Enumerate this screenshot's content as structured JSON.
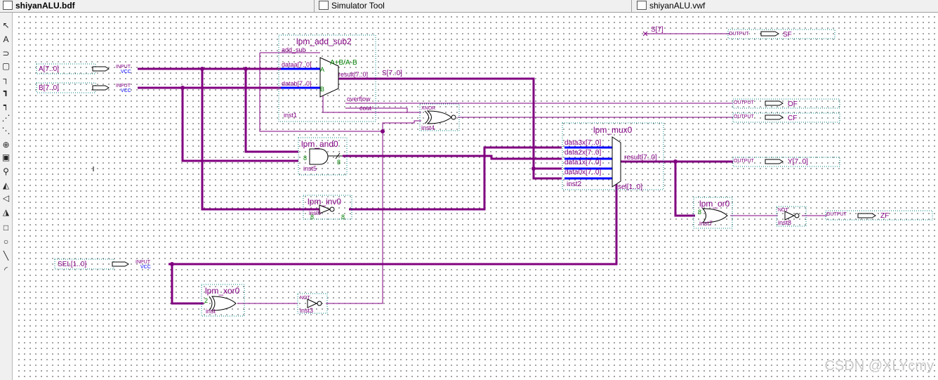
{
  "tabs": [
    {
      "label": "shiyanALU.bdf",
      "icon": "bdf-file-icon",
      "active": true
    },
    {
      "label": "Simulator Tool",
      "icon": "simulator-icon"
    },
    {
      "label": "shiyanALU.vwf",
      "icon": "waveform-icon"
    }
  ],
  "toolbar": [
    {
      "name": "selection-tool-icon",
      "glyph": "↖"
    },
    {
      "name": "text-tool-icon",
      "glyph": "A"
    },
    {
      "name": "symbol-tool-icon",
      "glyph": "⊃"
    },
    {
      "name": "block-tool-icon",
      "glyph": "▢"
    },
    {
      "name": "orthogonal-node-tool-icon",
      "glyph": "┐"
    },
    {
      "name": "orthogonal-bus-tool-icon",
      "glyph": "┓"
    },
    {
      "name": "conduit-tool-icon",
      "glyph": "┑"
    },
    {
      "name": "rubberbanding-icon",
      "glyph": "⋰"
    },
    {
      "name": "partial-line-select-icon",
      "glyph": "⋱"
    },
    {
      "name": "zoom-tool-icon",
      "glyph": "⊕"
    },
    {
      "name": "full-screen-icon",
      "glyph": "▣"
    },
    {
      "name": "find-icon",
      "glyph": "⚲"
    },
    {
      "name": "flip-horizontal-icon",
      "glyph": "◭"
    },
    {
      "name": "flip-vertical-icon",
      "glyph": "◁"
    },
    {
      "name": "rotate-icon",
      "glyph": "◮"
    },
    {
      "name": "rectangle-tool-icon",
      "glyph": "□"
    },
    {
      "name": "oval-tool-icon",
      "glyph": "○"
    },
    {
      "name": "line-tool-icon",
      "glyph": "╲"
    },
    {
      "name": "arc-tool-icon",
      "glyph": "◜"
    }
  ],
  "inputs": [
    {
      "name": "A[7..0]",
      "type": "INPUT",
      "value": "VCC"
    },
    {
      "name": "B[7..0]",
      "type": "INPUT",
      "value": "VCC"
    },
    {
      "name": "SEL[1..0]",
      "type": "INPUT",
      "value": "VCC"
    }
  ],
  "outputs": [
    {
      "name": "SF",
      "type": "OUTPUT"
    },
    {
      "name": "OF",
      "type": "OUTPUT"
    },
    {
      "name": "CF",
      "type": "OUTPUT"
    },
    {
      "name": "Y[7..0]",
      "type": "OUTPUT"
    },
    {
      "name": "ZF",
      "type": "OUTPUT"
    }
  ],
  "add_sub": {
    "title": "lpm_add_sub2",
    "add_sub": "add_sub",
    "dataa": "dataa[7..0]",
    "datab": "datab[7..0]",
    "pin_a": "A",
    "pin_b": "B",
    "op": "A+B/A-B",
    "result": "result[7..0]",
    "overflow": "overflow",
    "cout": "cout",
    "inst": "inst1"
  },
  "mux": {
    "title": "lpm_mux0",
    "data3": "data3x[7..0]",
    "data2": "data2x[7..0]",
    "data1": "data1x[7..0]",
    "data0": "data0x[7..0]",
    "result": "result[7..0]",
    "sel": "sel[1..0]",
    "inst": "inst2"
  },
  "and_gate": {
    "title": "lpm_and0",
    "width": "8",
    "inst": "inst5"
  },
  "inv_gate": {
    "title": "lpm_inv0",
    "width": "8",
    "inst": "inst6"
  },
  "or_gate": {
    "title": "lpm_or0",
    "width": "8",
    "inst": "inst7"
  },
  "xor_gate": {
    "title": "lpm_xor0",
    "width": "2",
    "inst": "inst"
  },
  "xnor_gate": {
    "title": "XNOR",
    "inst": "inst4"
  },
  "not1": {
    "title": "NOT",
    "inst": "inst3"
  },
  "not2": {
    "title": "NOT",
    "inst": "inst8"
  },
  "net_labels": {
    "s_bus": "S[7..0]",
    "s7": "S[7]"
  },
  "watermark": "CSDN @XLYcmy"
}
